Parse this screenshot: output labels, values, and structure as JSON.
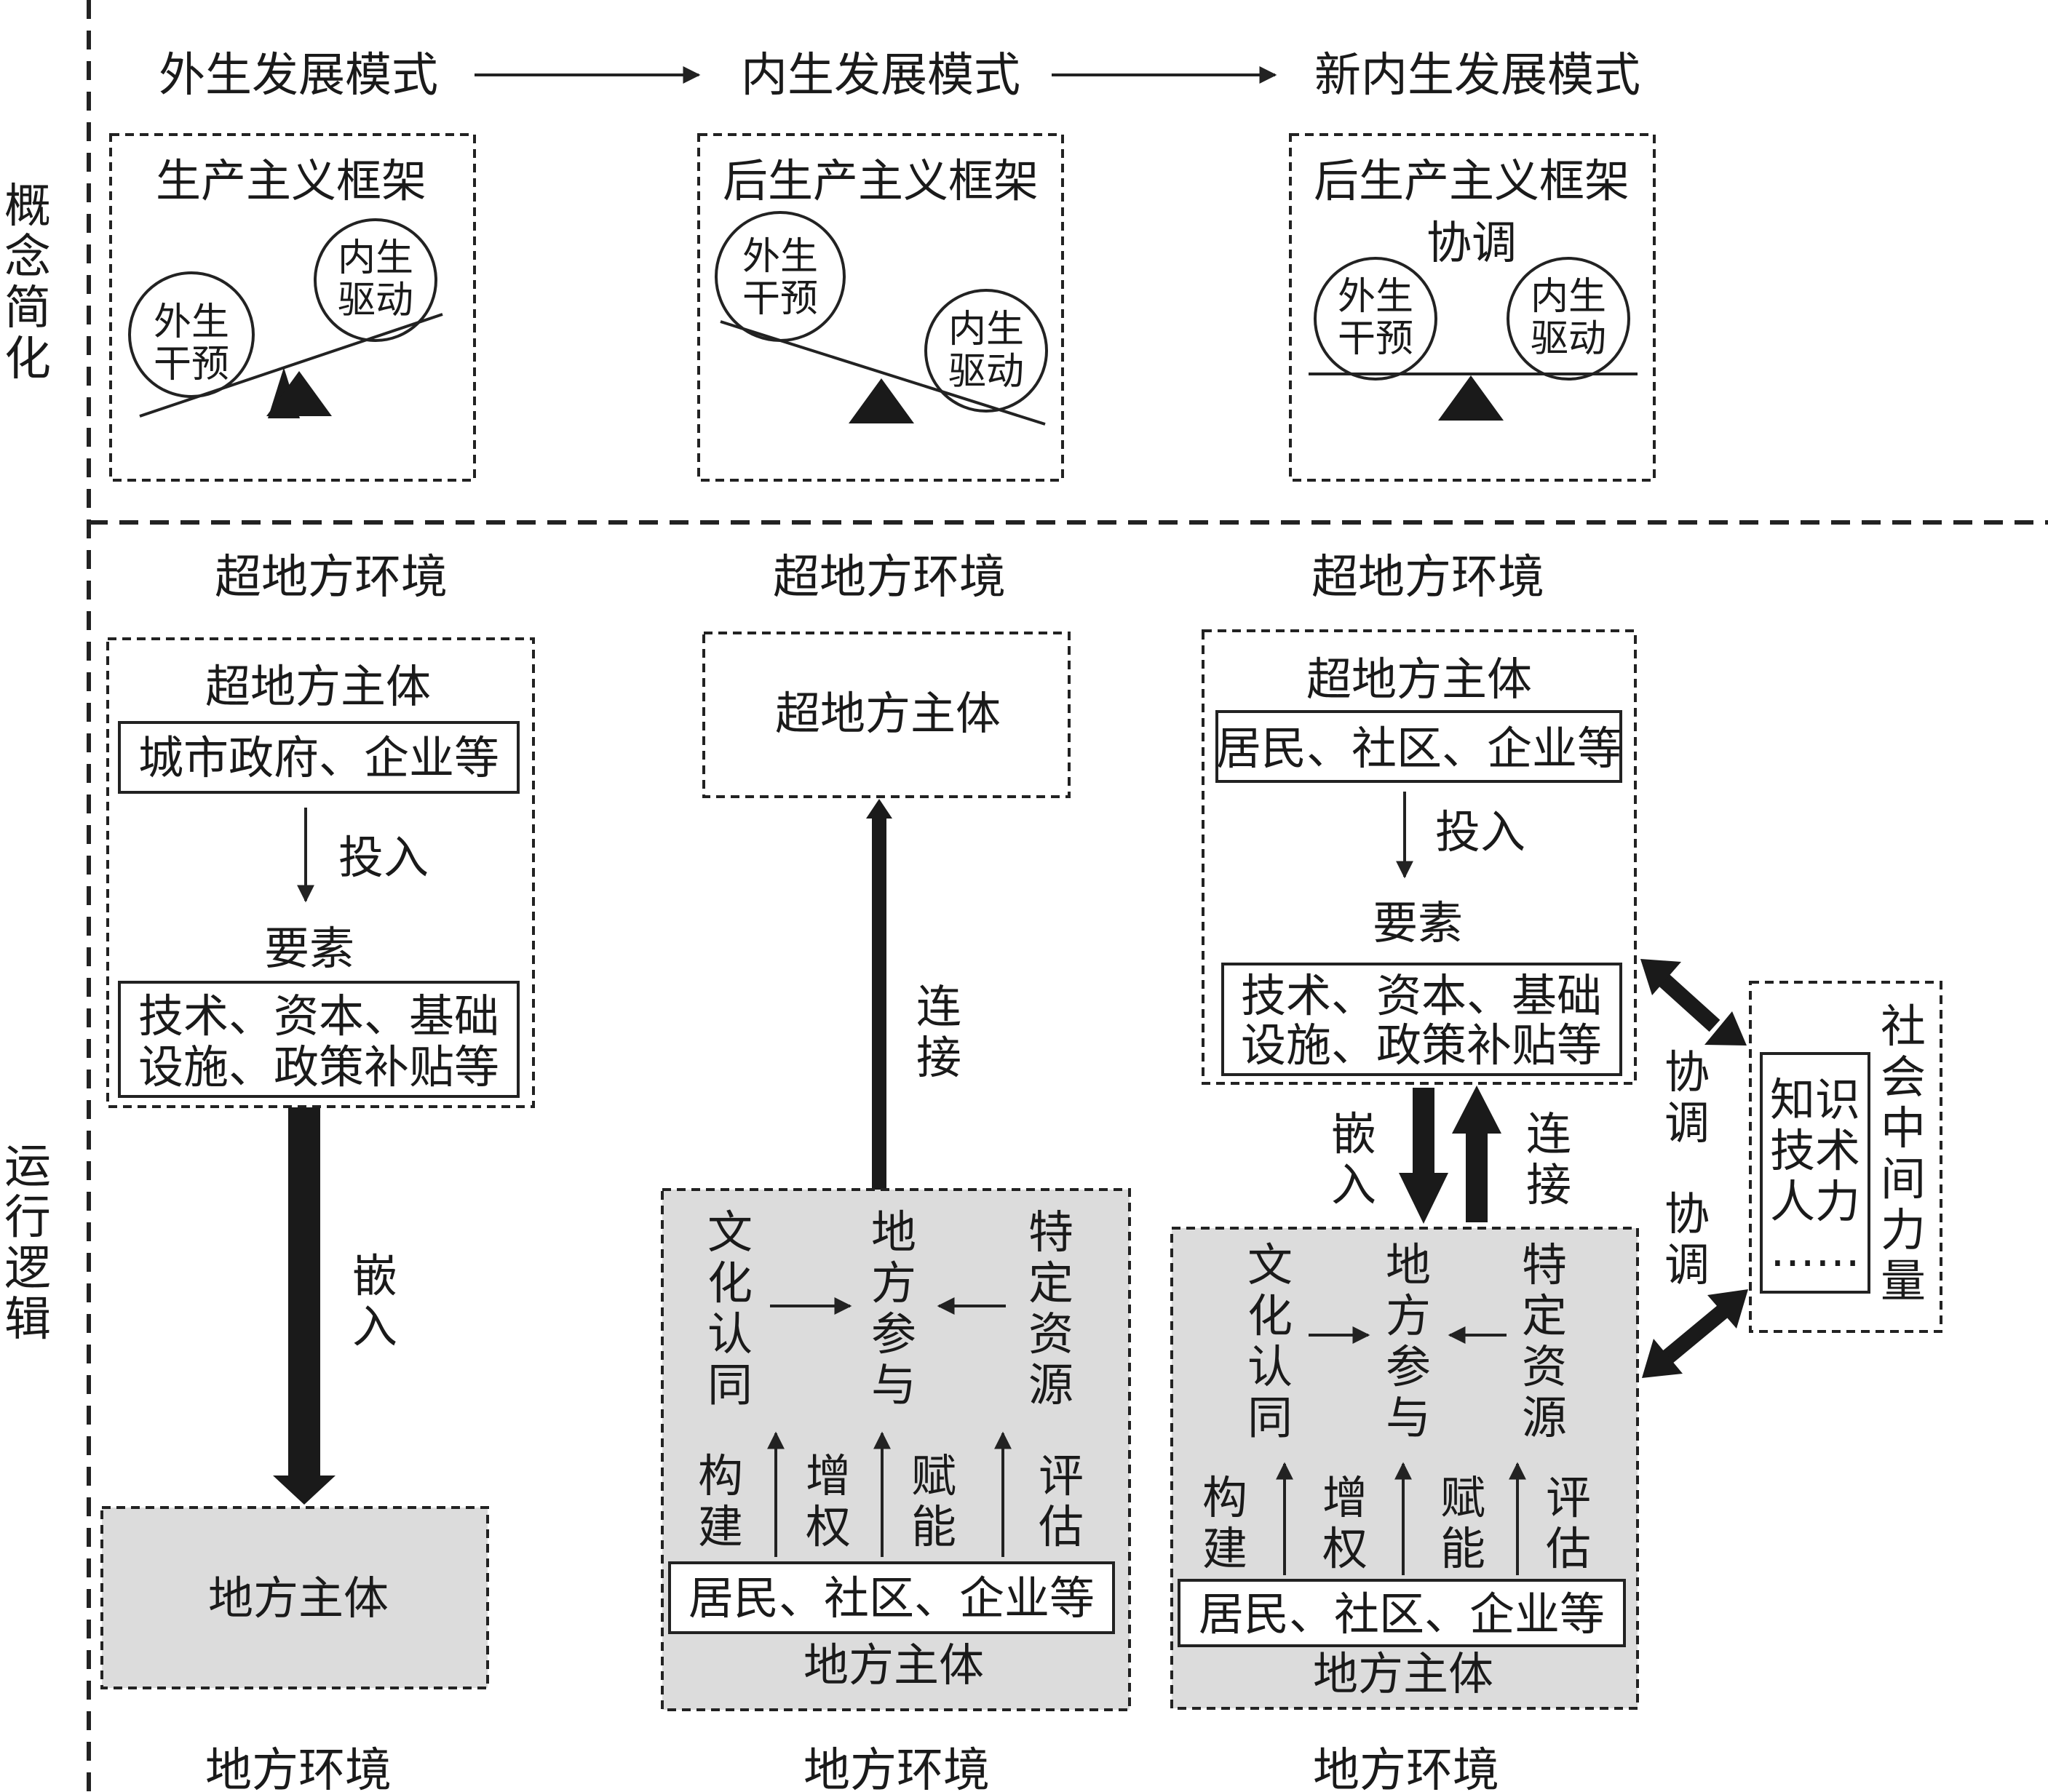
{
  "side_labels": {
    "concept": [
      "概",
      "念",
      "简",
      "化"
    ],
    "operation": [
      "运",
      "行",
      "逻",
      "辑"
    ]
  },
  "models": {
    "exo": "外生发展模式",
    "endo": "内生发展模式",
    "neo": "新内生发展模式"
  },
  "frameworks": {
    "productivism": "生产主义框架",
    "post_productivism": "后生产主义框架",
    "post_productivism_2": "后生产主义框架"
  },
  "balance": {
    "exo_intervention": [
      "外生",
      "干预"
    ],
    "endo_drive": [
      "内生",
      "驱动"
    ],
    "coordinate": "协调"
  },
  "environment": {
    "extra_local": "超地方环境",
    "local": "地方环境"
  },
  "col1": {
    "extra_local_subject": "超地方主体",
    "actors": "城市政府、企业等",
    "input": "投入",
    "elements": "要素",
    "elements_list": [
      "技术、资本、基础",
      "设施、政策补贴等"
    ],
    "embed": [
      "嵌",
      "入"
    ],
    "local_subject": "地方主体"
  },
  "col2": {
    "extra_local_subject": "超地方主体",
    "connect": [
      "连",
      "接"
    ],
    "culture": [
      "文",
      "化",
      "认",
      "同"
    ],
    "participation": [
      "地",
      "方",
      "参",
      "与"
    ],
    "resources": [
      "特",
      "定",
      "资",
      "源"
    ],
    "build": [
      "构",
      "建"
    ],
    "empower": [
      "增",
      "权"
    ],
    "enable": [
      "赋",
      "能"
    ],
    "evaluate": [
      "评",
      "估"
    ],
    "actors": "居民、社区、企业等",
    "local_subject": "地方主体"
  },
  "col3": {
    "extra_local_subject": "超地方主体",
    "actors": "居民、社区、企业等",
    "input": "投入",
    "elements": "要素",
    "elements_list": [
      "技术、资本、基础",
      "设施、政策补贴等"
    ],
    "embed": [
      "嵌",
      "入"
    ],
    "connect": [
      "连",
      "接"
    ],
    "coordinate": [
      "协",
      "调"
    ],
    "social_force": [
      "社",
      "会",
      "中",
      "间",
      "力",
      "量"
    ],
    "knowledge": [
      "知识",
      "技术",
      "人力",
      "……"
    ],
    "culture": [
      "文",
      "化",
      "认",
      "同"
    ],
    "participation": [
      "地",
      "方",
      "参",
      "与"
    ],
    "resources": [
      "特",
      "定",
      "资",
      "源"
    ],
    "build": [
      "构",
      "建"
    ],
    "empower": [
      "增",
      "权"
    ],
    "enable": [
      "赋",
      "能"
    ],
    "evaluate": [
      "评",
      "估"
    ],
    "local_subject": "地方主体"
  },
  "colors": {
    "ink": "#1a1a1a",
    "gray_fill": "#dcdcdc",
    "background": "#ffffff"
  }
}
